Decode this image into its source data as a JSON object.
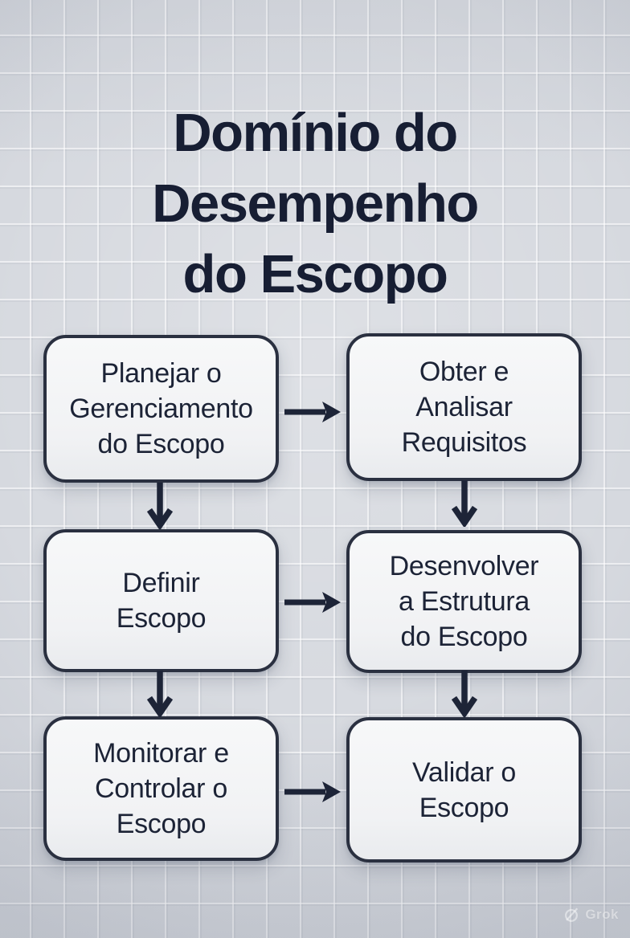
{
  "title": {
    "text": "Domínio do Desempenho do Escopo",
    "lines": [
      "Domínio do",
      "Desempenho",
      "do Escopo"
    ]
  },
  "flowchart": {
    "nodes": [
      {
        "id": "planejar",
        "label": "Planejar o Gerenciamento do Escopo",
        "lines": [
          "Planejar o",
          "Gerenciamento",
          "do Escopo"
        ]
      },
      {
        "id": "obter",
        "label": "Obter e Analisar Requisitos",
        "lines": [
          "Obter e",
          "Analisar",
          "Requisitos"
        ]
      },
      {
        "id": "definir",
        "label": "Definir Escopo",
        "lines": [
          "Definir",
          "Escopo"
        ]
      },
      {
        "id": "desenvolver",
        "label": "Desenvolver a Estrutura do Escopo",
        "lines": [
          "Desenvolver",
          "a Estrutura",
          "do Escopo"
        ]
      },
      {
        "id": "monitorar",
        "label": "Monitorar e Controlar o Escopo",
        "lines": [
          "Monitorar e",
          "Controlar o",
          "Escopo"
        ]
      },
      {
        "id": "validar",
        "label": "Validar o Escopo",
        "lines": [
          "Validar o",
          "Escopo"
        ]
      }
    ],
    "edges": [
      {
        "from": "planejar",
        "to": "obter",
        "direction": "right"
      },
      {
        "from": "planejar",
        "to": "definir",
        "direction": "down"
      },
      {
        "from": "obter",
        "to": "desenvolver",
        "direction": "down"
      },
      {
        "from": "definir",
        "to": "desenvolver",
        "direction": "right"
      },
      {
        "from": "definir",
        "to": "monitorar",
        "direction": "down"
      },
      {
        "from": "desenvolver",
        "to": "validar",
        "direction": "down"
      },
      {
        "from": "monitorar",
        "to": "validar",
        "direction": "right"
      }
    ]
  },
  "watermark": {
    "label": "Grok"
  },
  "colors": {
    "background": "#d6d9df",
    "grid_line": "#e5e7eb",
    "box_fill": "#f3f4f6",
    "box_border": "#2a3040",
    "text": "#1c2336",
    "title_text": "#171e33",
    "arrow": "#1d2437",
    "watermark": "#ffffff"
  }
}
